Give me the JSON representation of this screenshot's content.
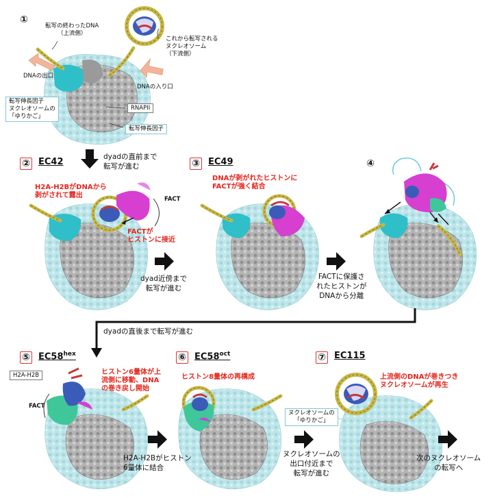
{
  "stage1": {
    "num": "①",
    "label_upstream_dna": "転写の終わったDNA\n（上流側）",
    "label_downstream_nuc": "これから転写される\nヌクレオソーム\n（下流側）",
    "label_dna_exit": "DNAの出口",
    "label_dna_entry": "DNAの入り口",
    "label_cradle": "転写伸長因子\nヌクレオソームの\n「ゆりかご」",
    "label_rnapii": "RNAPII",
    "label_factor": "転写伸長因子"
  },
  "step_1_2": "dyadの直前まで\n転写が進む",
  "stage2": {
    "num": "②",
    "title": "EC42",
    "note_a": "H2A-H2BがDNAから\n剥がされて露出",
    "note_b": "FACTが\nヒストンに接近",
    "fact": "FACT"
  },
  "step_2_3": "dyad近傍まで\n転写が進む",
  "stage3": {
    "num": "③",
    "title": "EC49",
    "note": "DNAが剥がれたヒストンに\nFACTが強く結合"
  },
  "step_3_4": "FACTに保護さ\nれたヒストンが\nDNAから分離",
  "stage4": {
    "num": "④"
  },
  "step_4_5": "dyadの直後まで転写が進む",
  "stage5": {
    "num": "⑤",
    "title": "EC58",
    "title_sup": "hex",
    "box": "H2A-H2B",
    "note": "ヒストン6量体が上\n流側に移動、DNA\nの巻き戻し開始",
    "fact": "FACT"
  },
  "step_5_6": "H2A-H2Bがヒストン\n6量体に結合",
  "stage6": {
    "num": "⑥",
    "title": "EC58",
    "title_sup": "oct",
    "note": "ヒストン8量体の再構成"
  },
  "step_6_7": "ヌクレオソームの\n出口付近まで\n転写が進む",
  "stage7": {
    "num": "⑦",
    "title": "EC115",
    "note": "上流側のDNAが巻きつき\nヌクレオソームが再生",
    "box": "ヌクレオソームの\n「ゆりかご」"
  },
  "step_next": "次のヌクレオソーム\nの転写へ"
}
